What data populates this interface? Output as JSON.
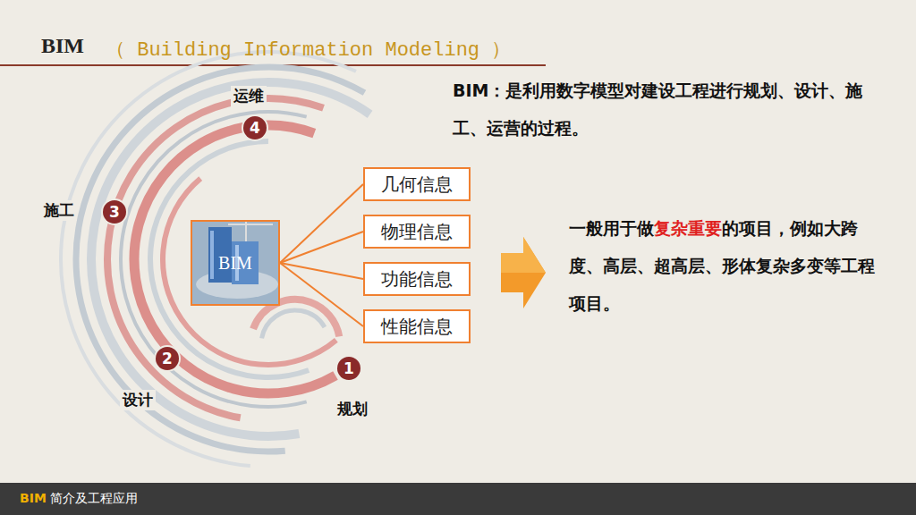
{
  "diagram": {
    "title": "BIM",
    "nodes": [
      {
        "text": [
          "BIM"
        ]
      },
      {
        "text": [
          "几何信息"
        ]
      },
      {
        "text": [
          "物理信息"
        ]
      },
      {
        "text": [
          "功能信息"
        ]
      },
      {
        "text": [
          "性能信息"
        ]
      },
      {
        "text": [
          "4"
        ]
      },
      {
        "text": [
          "3"
        ]
      },
      {
        "text": [
          "2"
        ]
      },
      {
        "text": [
          "1"
        ]
      }
    ],
    "edges": [
      {
        "from": 0,
        "to": 1,
        "arrow": "none"
      },
      {
        "from": 0,
        "to": 2,
        "arrow": "none"
      },
      {
        "from": 0,
        "to": 3,
        "arrow": "none"
      },
      {
        "from": 0,
        "to": 4,
        "arrow": "none"
      }
    ],
    "labels": [
      "（ Building Information Modeling ）",
      "BIM：是利用数字模型对建设工程进行规划、设计、施工、运营的过程。",
      "一般用于做",
      "复杂重要",
      "的项目，例如大跨度、高层、超高层、形体复杂多变等工程项目。",
      "运维",
      "施工",
      "设计",
      "规划",
      "BIM",
      "简介及工程应用"
    ]
  }
}
